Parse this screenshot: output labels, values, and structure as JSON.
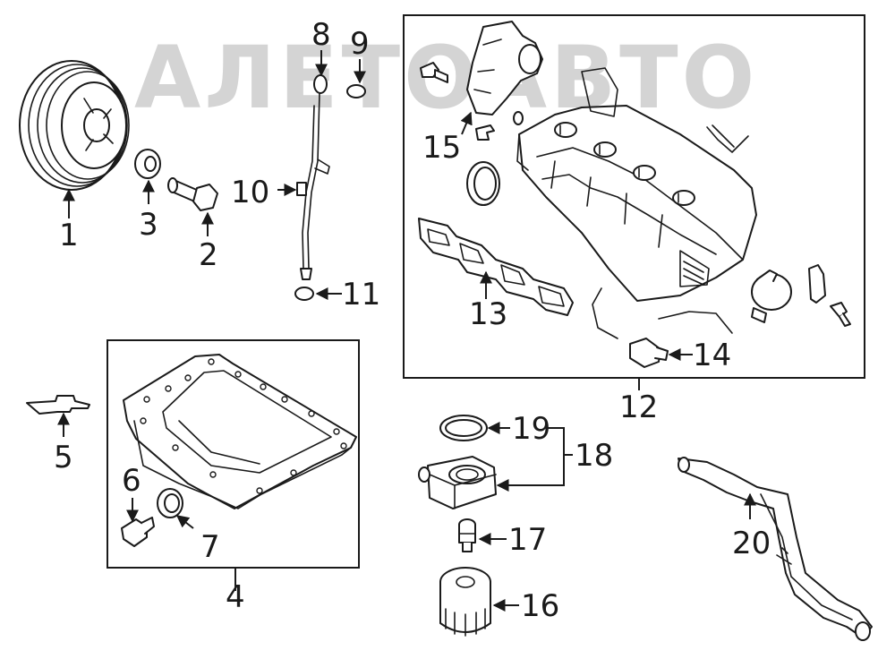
{
  "watermark": {
    "text": "АЛЕТОАВТО"
  },
  "callouts": [
    "1",
    "2",
    "3",
    "4",
    "5",
    "6",
    "7",
    "8",
    "9",
    "10",
    "11",
    "12",
    "13",
    "14",
    "15",
    "16",
    "17",
    "18",
    "19",
    "20"
  ],
  "colors": {
    "line": "#1a1a1a",
    "watermark": "#d4d4d4",
    "background": "#ffffff"
  }
}
